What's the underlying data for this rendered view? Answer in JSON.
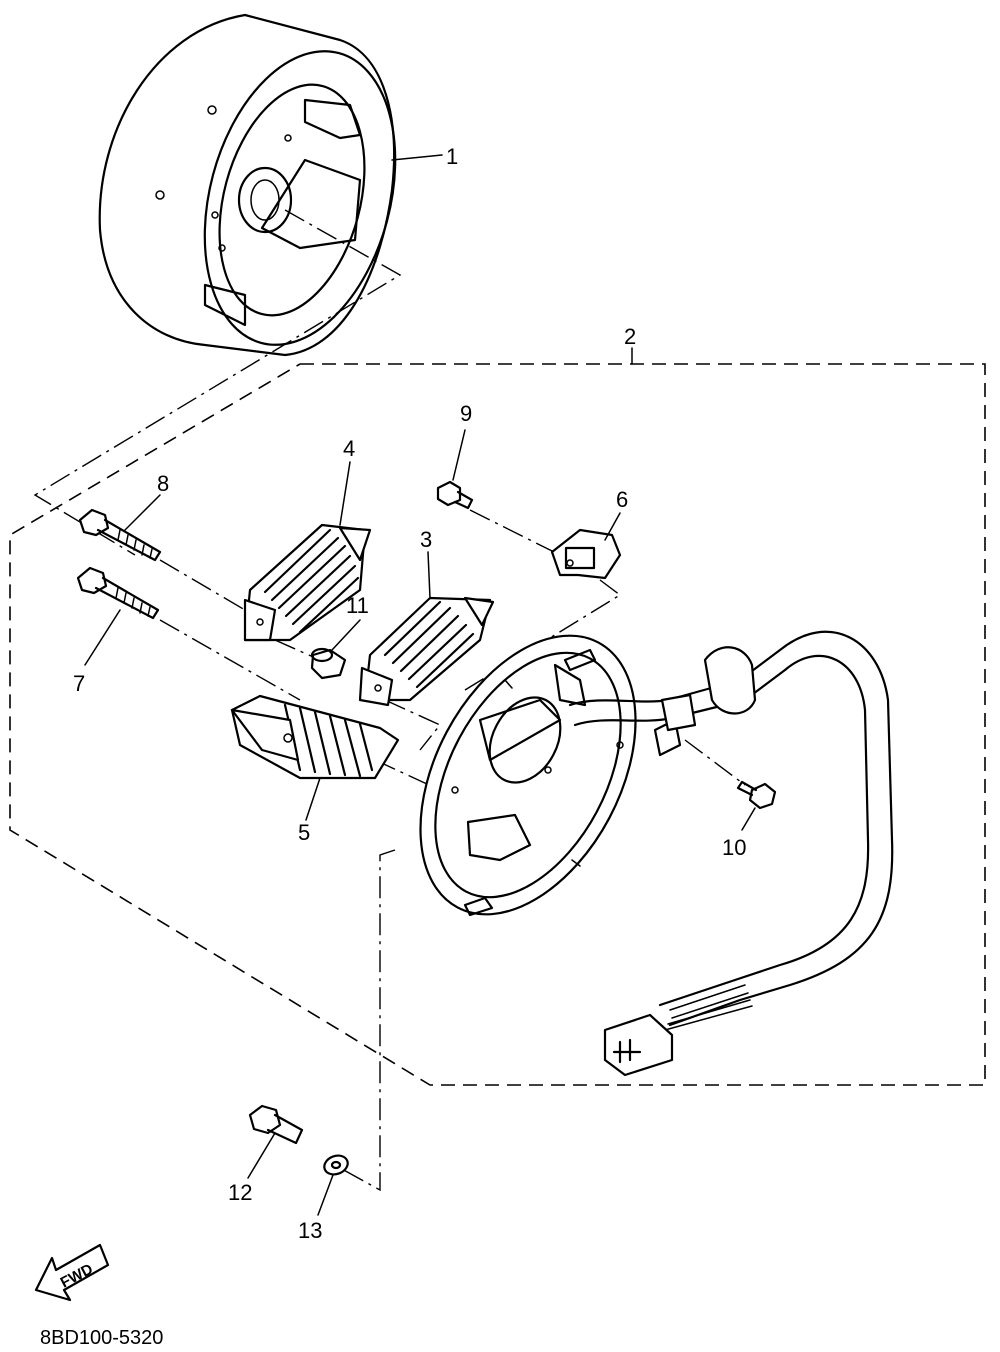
{
  "diagram": {
    "callouts": [
      "1",
      "2",
      "3",
      "4",
      "5",
      "6",
      "7",
      "8",
      "9",
      "10",
      "11",
      "12",
      "13"
    ],
    "direction_label": "FWD",
    "drawing_code": "8BD100-5320"
  }
}
